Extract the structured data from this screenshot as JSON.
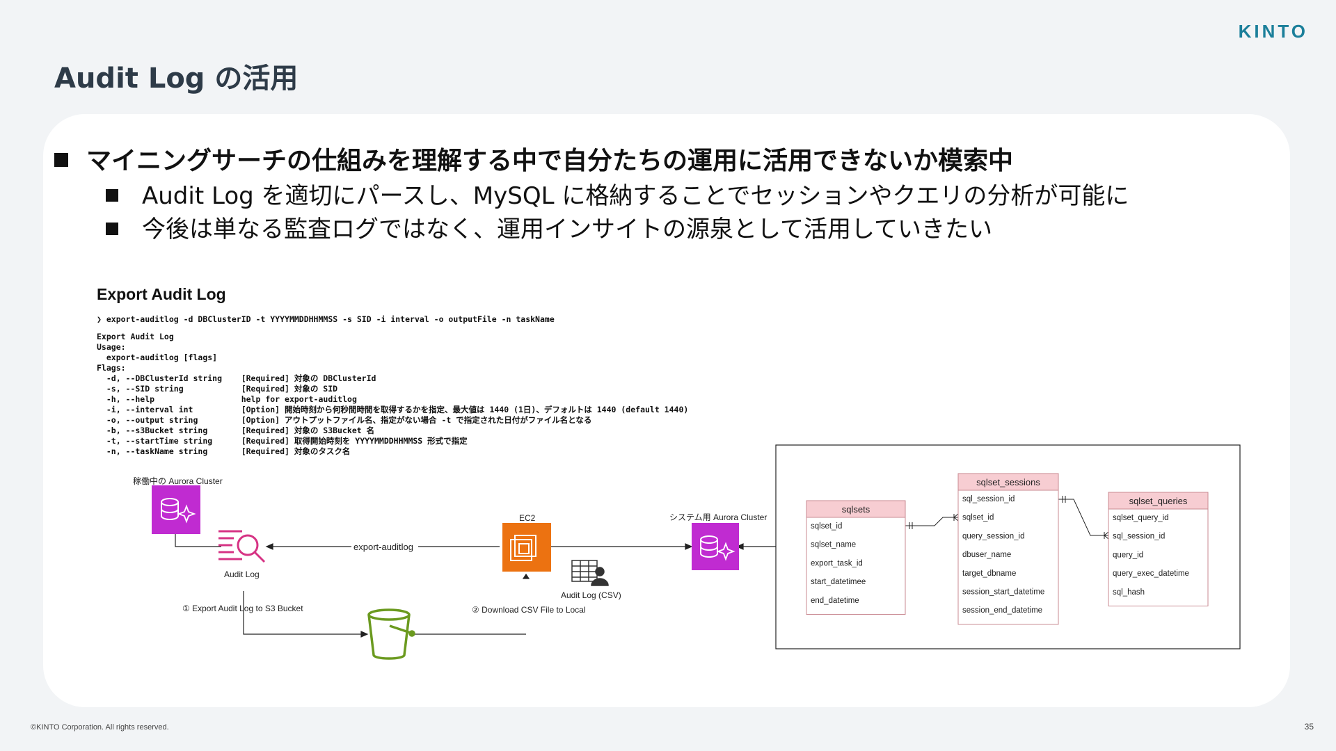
{
  "logo": "KINTO",
  "slide_title": "Audit Log の活用",
  "bullets": {
    "main": "マイニングサーチの仕組みを理解する中で自分たちの運用に活用できないか模索中",
    "sub": [
      "Audit Log を適切にパースし、MySQL に格納することでセッションやクエリの分析が可能に",
      "今後は単なる監査ログではなく、運用インサイトの源泉として活用していきたい"
    ]
  },
  "cli": {
    "title": "Export Audit Log",
    "command": "❯ export-auditlog -d DBClusterID -t YYYYMMDDHHMMSS -s SID -i interval -o outputFile -n taskName",
    "help_lines": [
      "Export Audit Log",
      "Usage:",
      "  export-auditlog [flags]",
      "Flags:",
      "  -d, --DBClusterId string    [Required] 対象の DBClusterId",
      "  -s, --SID string            [Required] 対象の SID",
      "  -h, --help                  help for export-auditlog",
      "  -i, --interval int          [Option] 開始時刻から何秒間時間を取得するかを指定、最大値は 1440 (1日)、デフォルトは 1440 (default 1440)",
      "  -o, --output string         [Option] アウトプットファイル名、指定がない場合 -t で指定された日付がファイル名となる",
      "  -b, --s3Bucket string       [Required] 対象の S3Bucket 名",
      "  -t, --startTime string      [Required] 取得開始時刻を YYYYMMDDHHMMSS 形式で指定",
      "  -n, --taskName string       [Required] 対象のタスク名"
    ]
  },
  "architecture": {
    "prod_cluster_label": "稼働中の Aurora Cluster",
    "audit_log_label": "Audit Log",
    "arrow_label": "export-auditlog",
    "ec2_label": "EC2",
    "csv_label": "Audit Log (CSV)",
    "system_cluster_label": "システム用 Aurora Cluster",
    "step1": "① Export Audit Log to S3 Bucket",
    "step2": "② Download CSV File to Local"
  },
  "er_tables": [
    {
      "name": "sqlsets",
      "columns": [
        "sqlset_id",
        "sqlset_name",
        "export_task_id",
        "start_datetimee",
        "end_datetime"
      ]
    },
    {
      "name": "sqlset_sessions",
      "columns": [
        "sql_session_id",
        "sqlset_id",
        "query_session_id",
        "dbuser_name",
        "target_dbname",
        "session_start_datetime",
        "session_end_datetime"
      ]
    },
    {
      "name": "sqlset_queries",
      "columns": [
        "sqlset_query_id",
        "sql_session_id",
        "query_id",
        "query_exec_datetime",
        "sql_hash"
      ]
    }
  ],
  "colors": {
    "aurora": "#c02bd1",
    "ec2": "#ec7211",
    "s3": "#6b9a1f",
    "audit_log": "#d63384",
    "table_header": "#f7cdd2",
    "table_border": "#c98a92"
  },
  "footer": "©KINTO Corporation. All rights reserved.",
  "page_number": "35"
}
